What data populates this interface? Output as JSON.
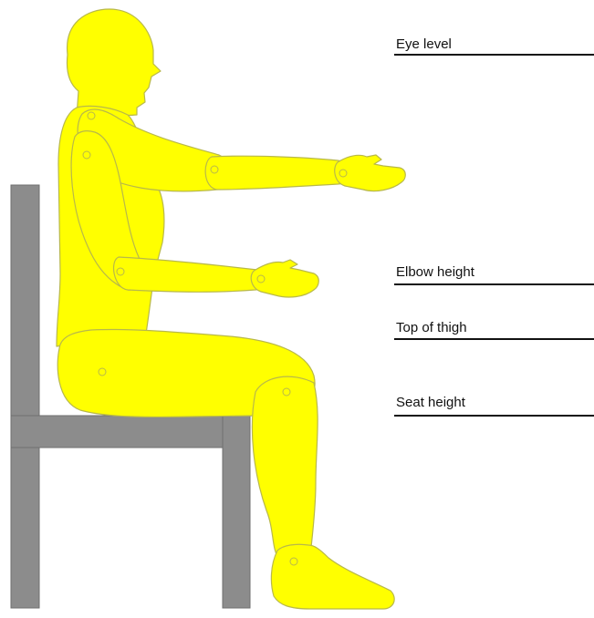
{
  "labels": {
    "eye_level": "Eye level",
    "elbow_height": "Elbow height",
    "top_of_thigh": "Top of thigh",
    "seat_height": "Seat height"
  },
  "colors": {
    "figure_fill": "#ffff00",
    "figure_outline": "#b8b84a",
    "chair": "#8c8c8c",
    "chair_outline": "#6f6f6f",
    "rule": "#111111",
    "background": "#ffffff"
  }
}
